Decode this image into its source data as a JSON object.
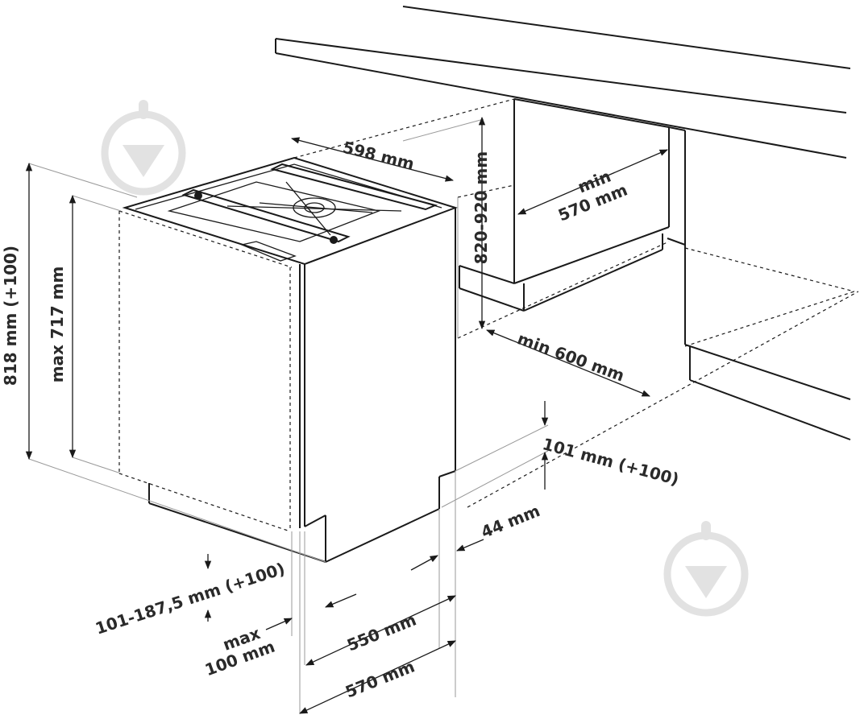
{
  "dimensions": {
    "width": "598 mm",
    "niche_height": "820-920 mm",
    "niche_depth": {
      "line1": "min",
      "line2": "570 mm"
    },
    "niche_width": "min 600 mm",
    "plinth_height": "101 mm (+100)",
    "plinth_gap": "44 mm",
    "appliance_height": "818 mm (+100)",
    "door_height": "max 717 mm",
    "door_plinth": "101-187,5 mm (+100)",
    "door_panel_thickness": {
      "line1": "max",
      "line2": "100 mm"
    },
    "depth_body": "550 mm",
    "depth_total": "570 mm"
  },
  "colors": {
    "line": "#1a1a1a",
    "watermark": "#e2e2e2"
  },
  "icons": [
    "watermark-logo-icon"
  ]
}
